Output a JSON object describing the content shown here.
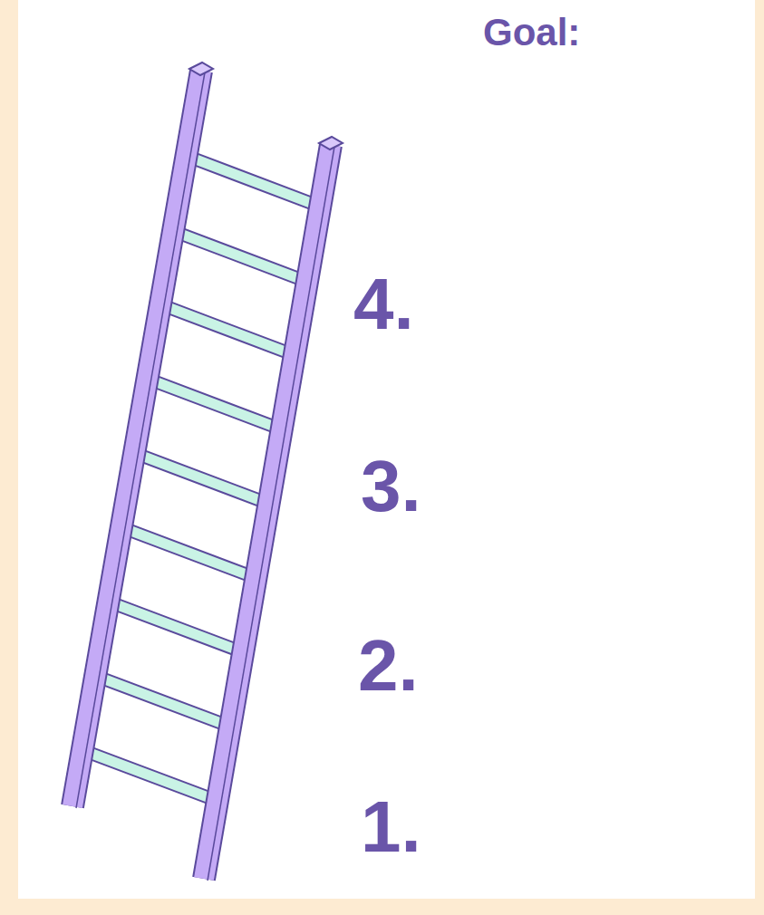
{
  "diagram": {
    "title": "Goal:",
    "labels": [
      "4.",
      "3.",
      "2.",
      "1."
    ]
  }
}
